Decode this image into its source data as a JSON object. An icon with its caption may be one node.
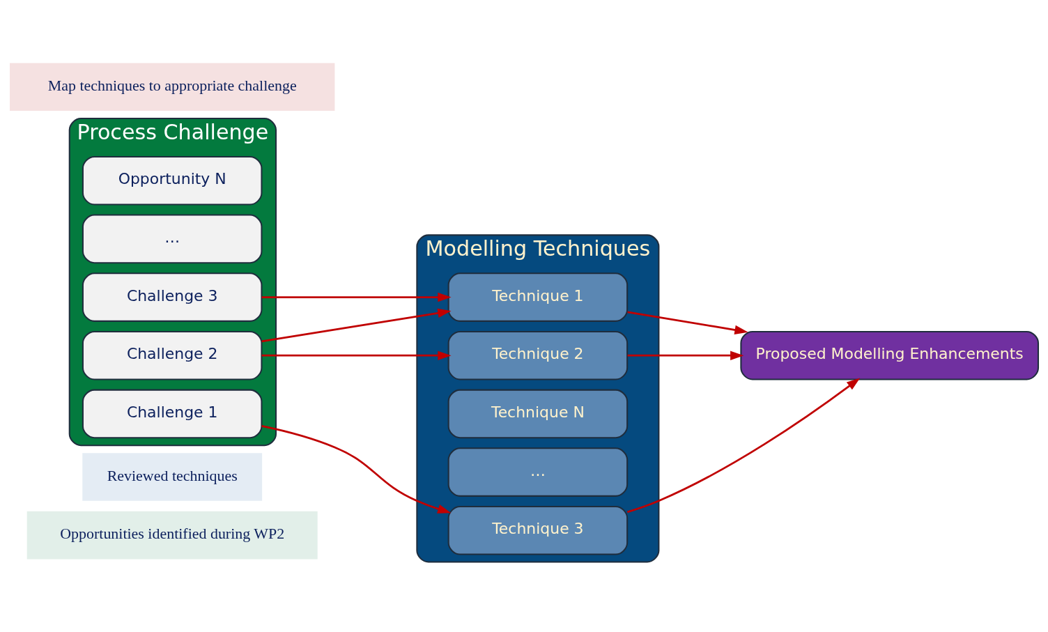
{
  "diagram": {
    "nodes": [
      {
        "text": [
          "Opportunities identified during WP2"
        ]
      },
      {
        "text": [
          "Reviewed techniques"
        ]
      },
      {
        "text": [
          "Process Challenge"
        ]
      },
      {
        "text": [
          "Challenge 1"
        ],
        "in": 2
      },
      {
        "text": [
          "Challenge 2"
        ],
        "in": 2
      },
      {
        "text": [
          "Challenge 3"
        ],
        "in": 2
      },
      {
        "text": [
          "…"
        ],
        "in": 2
      },
      {
        "text": [
          "Opportunity N"
        ],
        "in": 2
      },
      {
        "text": [
          "Modelling Techniques"
        ]
      },
      {
        "text": [
          "Technique 1"
        ],
        "in": 8
      },
      {
        "text": [
          "Technique 2"
        ],
        "in": 8
      },
      {
        "text": [
          "Technique 3"
        ],
        "in": 8
      },
      {
        "text": [
          "…"
        ],
        "in": 8
      },
      {
        "text": [
          "Technique N"
        ],
        "in": 8
      },
      {
        "text": [
          "Proposed Modelling Enhancements"
        ]
      },
      {
        "text": [
          "Map techniques to appropriate challenge"
        ]
      }
    ],
    "edges": [
      {
        "from": 3,
        "to": 11,
        "arrow": "to"
      },
      {
        "from": 4,
        "to": 9,
        "arrow": "to"
      },
      {
        "from": 4,
        "to": 10,
        "arrow": "to"
      },
      {
        "from": 5,
        "to": 9,
        "arrow": "to"
      },
      {
        "from": 9,
        "to": 14,
        "arrow": "to"
      },
      {
        "from": 10,
        "to": 14,
        "arrow": "to"
      },
      {
        "from": 11,
        "to": 14,
        "arrow": "to"
      }
    ]
  }
}
